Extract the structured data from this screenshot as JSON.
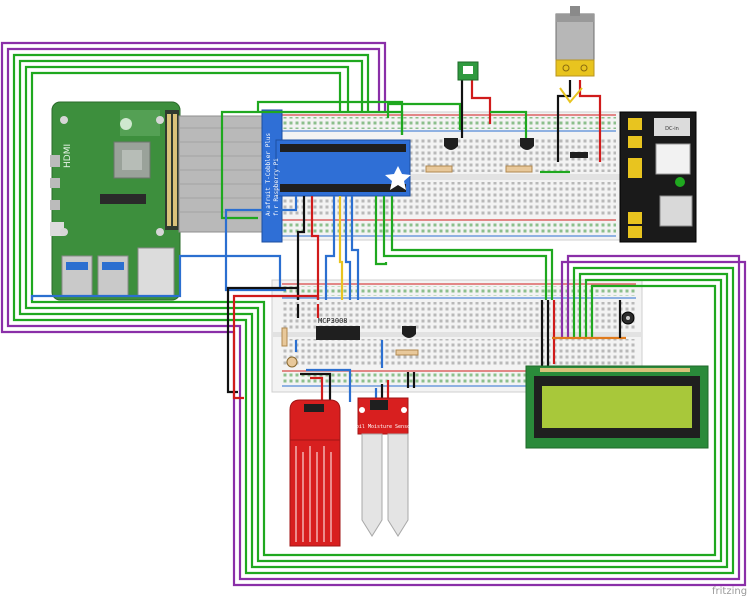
{
  "pi_labels": {
    "hdmi": "HDMI"
  },
  "cobbler_labels": {
    "line1": "Adafruit T-Cobbler Plus",
    "line2": "for Raspberry Pi"
  },
  "chip_label": "MCP3008",
  "power_module_label": "DC-in",
  "soil_sensor_label": "Soil Moisture Sensor",
  "footer_label": "fritzing",
  "colors": {
    "pi_green": "#3a8a3a",
    "board_blue": "#2f6fd6",
    "breadboard": "#f2f2f2",
    "wire_green": "#1fa81f",
    "wire_purple": "#8a2fa8",
    "wire_blue": "#2b6fd0",
    "wire_black": "#111111",
    "wire_red": "#d01b1b",
    "wire_yellow": "#e8c41f",
    "wire_orange": "#e07a1b",
    "sensor_red": "#d81f1f",
    "lcd_green": "#a8c83a"
  }
}
